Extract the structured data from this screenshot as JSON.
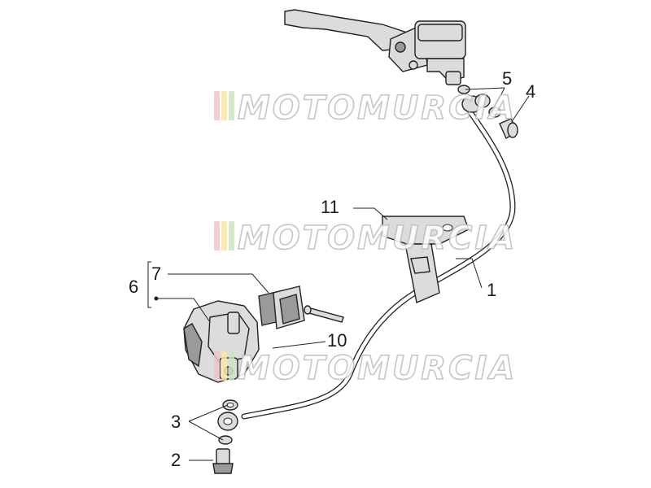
{
  "diagram": {
    "callouts": [
      {
        "id": "1",
        "label": "1"
      },
      {
        "id": "2",
        "label": "2"
      },
      {
        "id": "3",
        "label": "3"
      },
      {
        "id": "4",
        "label": "4"
      },
      {
        "id": "5",
        "label": "5"
      },
      {
        "id": "6",
        "label": "6"
      },
      {
        "id": "7",
        "label": "7"
      },
      {
        "id": "10",
        "label": "10"
      },
      {
        "id": "11",
        "label": "11"
      }
    ]
  },
  "watermark": {
    "text": "MOTOMURCIA",
    "stripe_colors": [
      "#f3c6c6",
      "#f6e7a6",
      "#c9e6c0"
    ]
  }
}
